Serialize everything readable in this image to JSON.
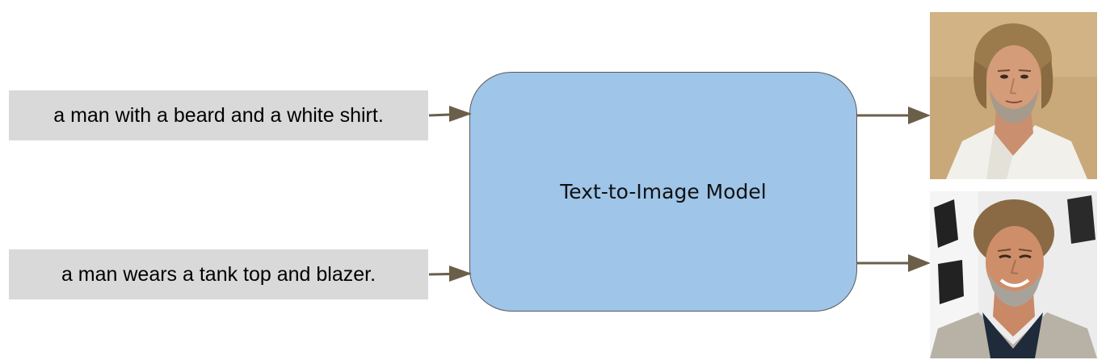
{
  "prompts": [
    {
      "text": "a man with a beard and a white shirt."
    },
    {
      "text": "a man wears a tank top and blazer."
    }
  ],
  "model": {
    "label": "Text-to-Image Model"
  },
  "outputs": [
    {
      "icon": "portrait-photo-icon",
      "description_colors": {
        "background": "#c8a878",
        "shirt": "#f2f0ea"
      }
    },
    {
      "icon": "portrait-photo-icon",
      "description_colors": {
        "background": "#e8e8e8",
        "blazer": "#b8b2a6"
      }
    }
  ],
  "colors": {
    "prompt_bg": "#d9d9d9",
    "model_bg": "#9fc5e8",
    "arrow": "#6b5f4a"
  }
}
